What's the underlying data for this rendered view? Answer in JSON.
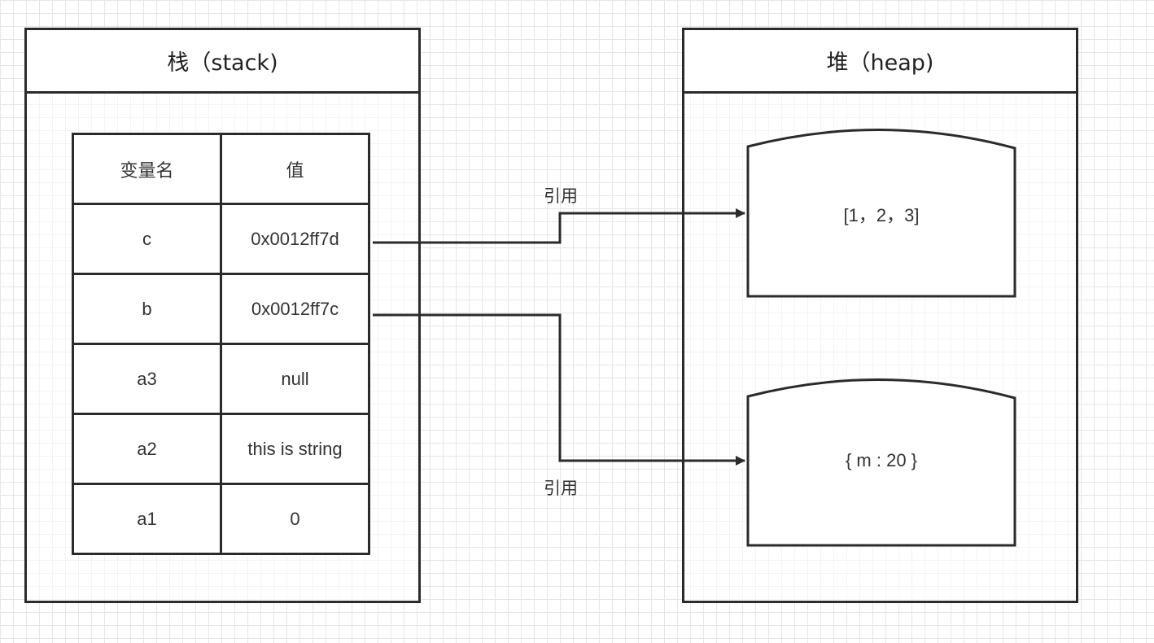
{
  "stack": {
    "title": "栈（stack)",
    "header": {
      "name": "变量名",
      "value": "值"
    },
    "rows": [
      {
        "name": "c",
        "value": "0x0012ff7d"
      },
      {
        "name": "b",
        "value": "0x0012ff7c"
      },
      {
        "name": "a3",
        "value": "null"
      },
      {
        "name": "a2",
        "value": "this is string"
      },
      {
        "name": "a1",
        "value": "0"
      }
    ]
  },
  "heap": {
    "title": "堆（heap)",
    "objects": [
      {
        "content": "[1，2，3]"
      },
      {
        "content": "{ m : 20 }"
      }
    ]
  },
  "edges": [
    {
      "from": "c",
      "to": "[1，2，3]",
      "label": "引用"
    },
    {
      "from": "b",
      "to": "{ m : 20 }",
      "label": "引用"
    }
  ]
}
